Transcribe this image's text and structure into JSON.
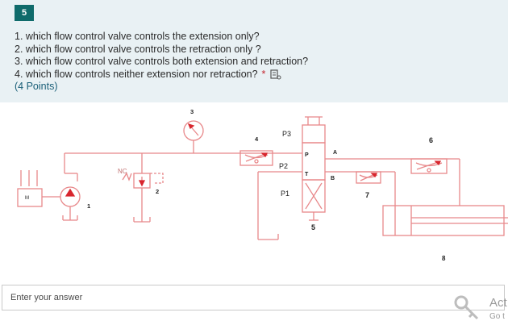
{
  "question": {
    "number": "5",
    "lines": [
      "1. which flow control valve controls the extension only?",
      "2. which flow control valve controls the retraction only ?",
      "3. which flow control valve controls both extension and retraction?",
      "4. which flow controls  neither extension nor retraction?"
    ],
    "required_marker": "*",
    "points": "(4 Points)",
    "immersive_icon": "immersive-reader-icon"
  },
  "diagram": {
    "labels": {
      "n1": "1",
      "n2": "2",
      "n3": "3",
      "n4": "4",
      "n5": "5",
      "n6": "6",
      "n7": "7",
      "n8": "8",
      "motor": "M",
      "nc": "NC",
      "p1": "P1",
      "p2": "P2",
      "p3": "P3",
      "port_p": "P",
      "port_t": "T",
      "port_a": "A",
      "port_b": "B"
    },
    "line_color": "#e8888a"
  },
  "answer": {
    "placeholder": "Enter your answer",
    "value": ""
  },
  "watermark": {
    "line1": "Act",
    "line2": "Go t"
  }
}
